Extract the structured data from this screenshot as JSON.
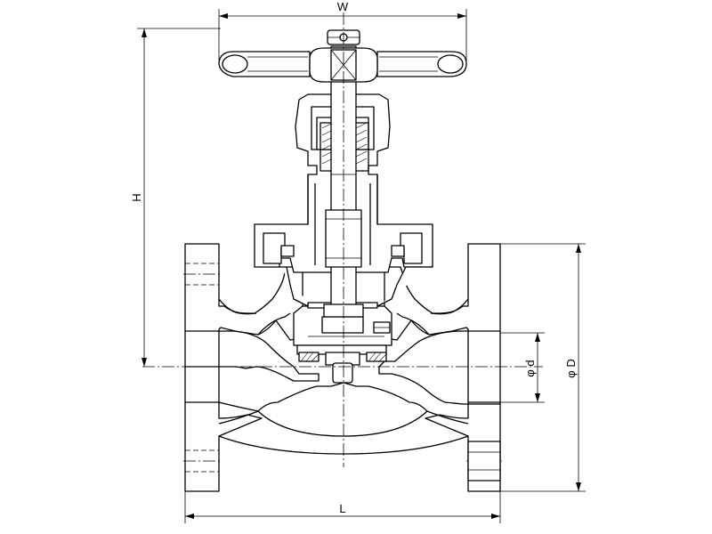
{
  "dimensions": {
    "handwheel_width": "W",
    "height": "H",
    "length": "L",
    "bore_diameter": "φ d",
    "flange_diameter": "φ D"
  }
}
